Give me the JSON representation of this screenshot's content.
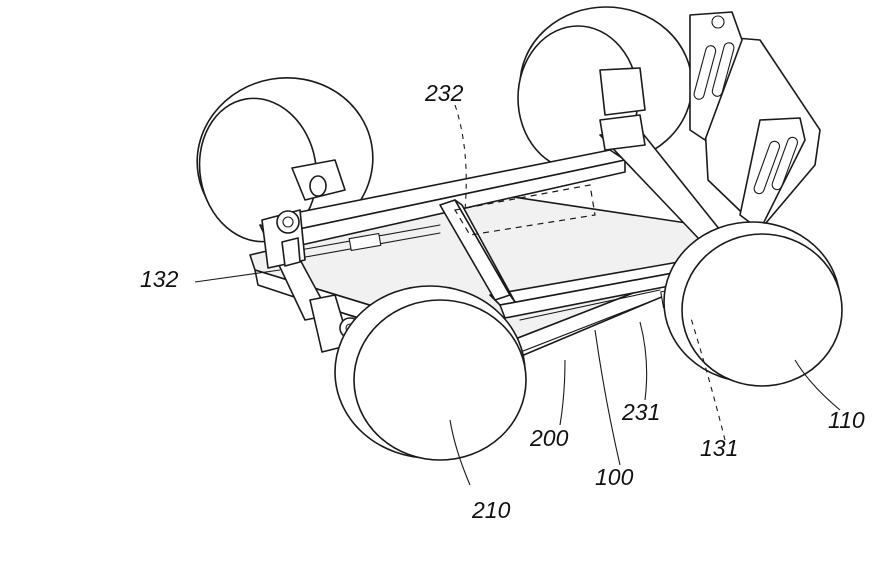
{
  "figure": {
    "labels": {
      "r232": "232",
      "r132": "132",
      "r210": "210",
      "r200": "200",
      "r100": "100",
      "r231": "231",
      "r131": "131",
      "r110": "110"
    }
  }
}
